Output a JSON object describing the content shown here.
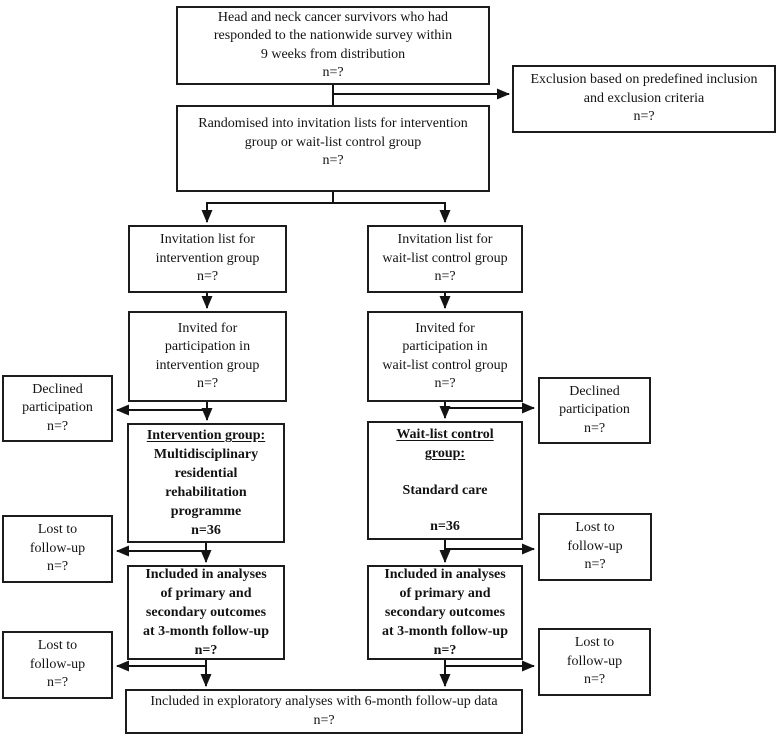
{
  "diagram_type": "consort-flowchart",
  "colors": {
    "background": "#ffffff",
    "box_border": "#1c1c1c",
    "text": "#131313",
    "arrow": "#131313"
  },
  "nodes": {
    "survivors": {
      "lines": [
        "Head and neck cancer survivors who had",
        "responded to the nationwide survey within",
        "9 weeks from distribution",
        "n=?"
      ]
    },
    "exclusion": {
      "lines": [
        "Exclusion based on predefined inclusion",
        "and exclusion criteria",
        "n=?"
      ]
    },
    "randomised": {
      "lines": [
        "Randomised into invitation lists for intervention",
        "group or wait-list control group",
        "n=?"
      ]
    },
    "invitation_intervention": {
      "lines": [
        "Invitation list for",
        "intervention group",
        "n=?"
      ]
    },
    "invitation_waitlist": {
      "lines": [
        "Invitation list for",
        "wait-list control group",
        "n=?"
      ]
    },
    "invited_intervention": {
      "lines": [
        "Invited for",
        "participation in",
        "intervention group",
        "n=?"
      ]
    },
    "invited_waitlist": {
      "lines": [
        "Invited for",
        "participation in",
        "wait-list control group",
        "n=?"
      ]
    },
    "declined_intervention": {
      "lines": [
        "Declined",
        "participation",
        "n=?"
      ]
    },
    "declined_waitlist": {
      "lines": [
        "Declined",
        "participation",
        "n=?"
      ]
    },
    "intervention_group": {
      "heading": [
        "Intervention group:"
      ],
      "lines": [
        "Multidisciplinary",
        "residential",
        "rehabilitation",
        "programme",
        "n=36"
      ]
    },
    "waitlist_group": {
      "heading": [
        "Wait-list control",
        "group:"
      ],
      "care_line": "Standard care",
      "n_line": "n=36"
    },
    "lost_3m_intervention": {
      "lines": [
        "Lost to",
        "follow-up",
        "n=?"
      ]
    },
    "lost_3m_waitlist": {
      "lines": [
        "Lost to",
        "follow-up",
        "n=?"
      ]
    },
    "included_3m_intervention": {
      "lines": [
        "Included in analyses",
        "of primary and",
        "secondary outcomes",
        "at 3-month follow-up",
        "n=?"
      ]
    },
    "included_3m_waitlist": {
      "lines": [
        "Included in analyses",
        "of primary and",
        "secondary outcomes",
        "at 3-month follow-up",
        "n=?"
      ]
    },
    "lost_6m_intervention": {
      "lines": [
        "Lost to",
        "follow-up",
        "n=?"
      ]
    },
    "lost_6m_waitlist": {
      "lines": [
        "Lost to",
        "follow-up",
        "n=?"
      ]
    },
    "exploratory": {
      "lines": [
        "Included in exploratory analyses with 6-month follow-up data",
        "n=?"
      ]
    }
  }
}
